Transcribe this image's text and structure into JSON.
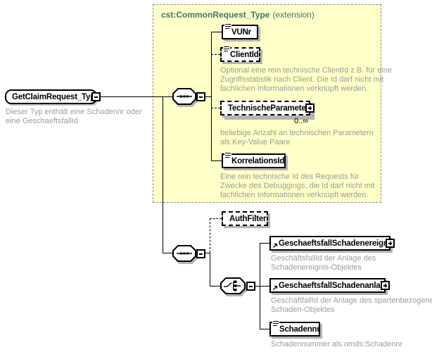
{
  "diagram": {
    "root": {
      "label": "GetClaimRequest_Type",
      "description": "Dieser Typ enthält eine Schadennr oder eine GeschaeftsfallId"
    },
    "extension_box": {
      "title": "cst:CommonRequest_Type",
      "suffix": "(extension)"
    },
    "elements": {
      "vunr": {
        "label": "VUNr"
      },
      "clientid": {
        "label": "ClientId",
        "description": "Optional eine rein technische ClientId z.B. für eine Zugriffsstatistik nach Client. Die Id darf nicht mit fachlichen Informationen verknüpft werden."
      },
      "technische_parameter": {
        "label": "TechnischeParameter",
        "occurs": "0..∞",
        "description": "beliebige Anzahl an technischen Parametern als Key-Value Paare"
      },
      "korrelationsid": {
        "label": "KorrelationsId",
        "description": "Eine rein technische Id des Requests für Zwecke des Debuggings, die Id darf nicht mit fachlichen Informationen verknüpft werden."
      },
      "authfilter": {
        "label": "AuthFilter"
      },
      "geschaeftsfall_schadenereignis": {
        "label": "GeschaeftsfallSchadenereignis",
        "description": "GeschäftsfallId der Anlage des Schadenereignis-Objektes"
      },
      "geschaeftsfall_schadenanlage": {
        "label": "GeschaeftsfallSchadenanlage",
        "description": "GeschäftfallId der Anlage des spartenbezogenen Schaden-Objektes"
      },
      "schadennr": {
        "label": "Schadennr",
        "description": "Schadennummer als omds:Schadennr"
      }
    },
    "colors": {
      "extension_bg": "#ffffc8",
      "extension_title": "#3a7474",
      "description_text": "#9c9c9c",
      "shadow": "#b4b4b4"
    }
  }
}
